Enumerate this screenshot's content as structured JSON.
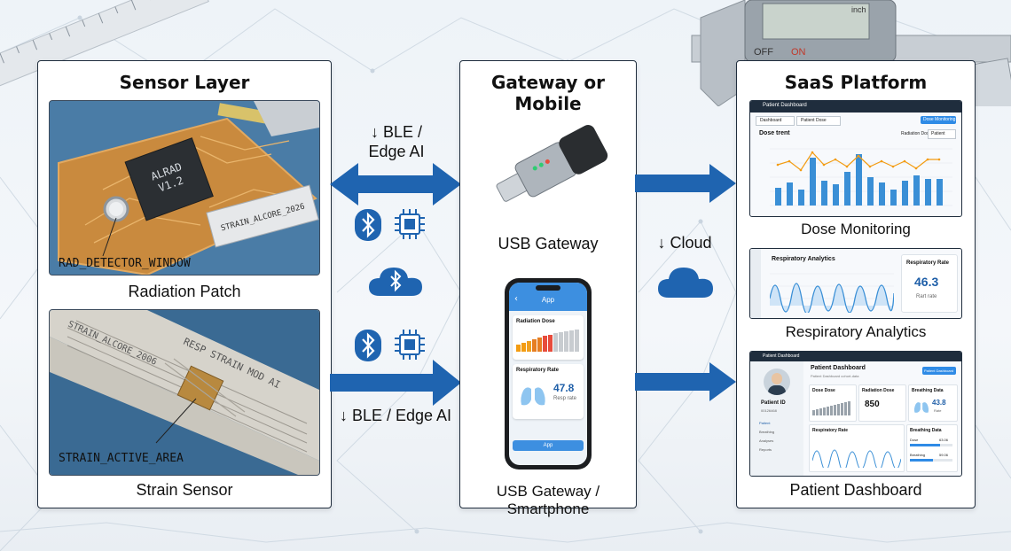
{
  "panels": {
    "sensor": {
      "title": "Sensor Layer",
      "radiation_caption": "Radiation Patch",
      "strain_caption": "Strain Sensor",
      "chip_text_1": "ALRAD",
      "chip_text_2": "V1.2",
      "rad_label": "RAD_DETECTOR_WINDOW",
      "strain_stamp": "STRAIN_ALCORE_2026",
      "strain_label": "STRAIN_ACTIVE_AREA",
      "strain_stamp_2": "RESP STRAIN MOD AI",
      "strain_stamp_3": "STRAIN_ALCORE_2006"
    },
    "gateway": {
      "title": "Gateway or Mobile",
      "usb_caption": "USB Gateway",
      "phone_caption": "USB Gateway / Smartphone"
    },
    "saas": {
      "title": "SaaS Platform",
      "dose_caption": "Dose Monitoring",
      "resp_caption": "Respiratory Analytics",
      "patient_caption": "Patient Dashboard"
    }
  },
  "flows": {
    "ble_top_1": "↓ BLE /",
    "ble_top_2": "Edge AI",
    "ble_bottom": "↓ BLE / Edge AI",
    "cloud": "↓ Cloud"
  },
  "phone": {
    "app_title": "App",
    "radiation_dose": "Radiation Dose",
    "respiratory_rate": "Respiratory Rate",
    "rr_value": "47.8",
    "rr_unit": "Resp rate",
    "app_button": "App"
  },
  "dose_screen": {
    "header": "Patient Dashboard",
    "tab1": "Dashboard",
    "tab2": "Patient Dose",
    "button": "Dose Monitoring",
    "chart_title": "Dose trent",
    "legend": "Radiation Dose",
    "select": "Patient"
  },
  "resp_screen": {
    "title": "Respiratory Analytics",
    "card_title": "Respiratory Rate",
    "value": "46.3",
    "unit": "Rart rate"
  },
  "patient_screen": {
    "header": "Patient Dashboard",
    "title": "Patient Dashboard",
    "subtitle": "Patient Dashboard cohort-data",
    "button": "Patient Dashboard",
    "patient_id": "Patient ID",
    "patient_no": "00126468",
    "nav": [
      "Patient",
      "Breathing",
      "Analyses",
      "Reports"
    ],
    "dose_dose": "Dose Dose",
    "radiation_dose": "Radiation Dose",
    "rad_value": "850",
    "breathing_data": "Breathing Data",
    "breath_value": "43.8",
    "breath_unit": "Rate",
    "resp_rate": "Respiratory Rate",
    "breathing_data_2": "Breathing Data",
    "dose_row": "Dose",
    "dose_row_val": "63.06",
    "breath_row": "Breathing",
    "breath_row_val": "59.06"
  },
  "caliper": {
    "off": "OFF",
    "on": "ON",
    "brand": "inch"
  },
  "colors": {
    "arrow": "#1f64b0",
    "accent": "#2f8be6",
    "panel_border": "#1f2d3d",
    "orange": "#f39c12"
  }
}
